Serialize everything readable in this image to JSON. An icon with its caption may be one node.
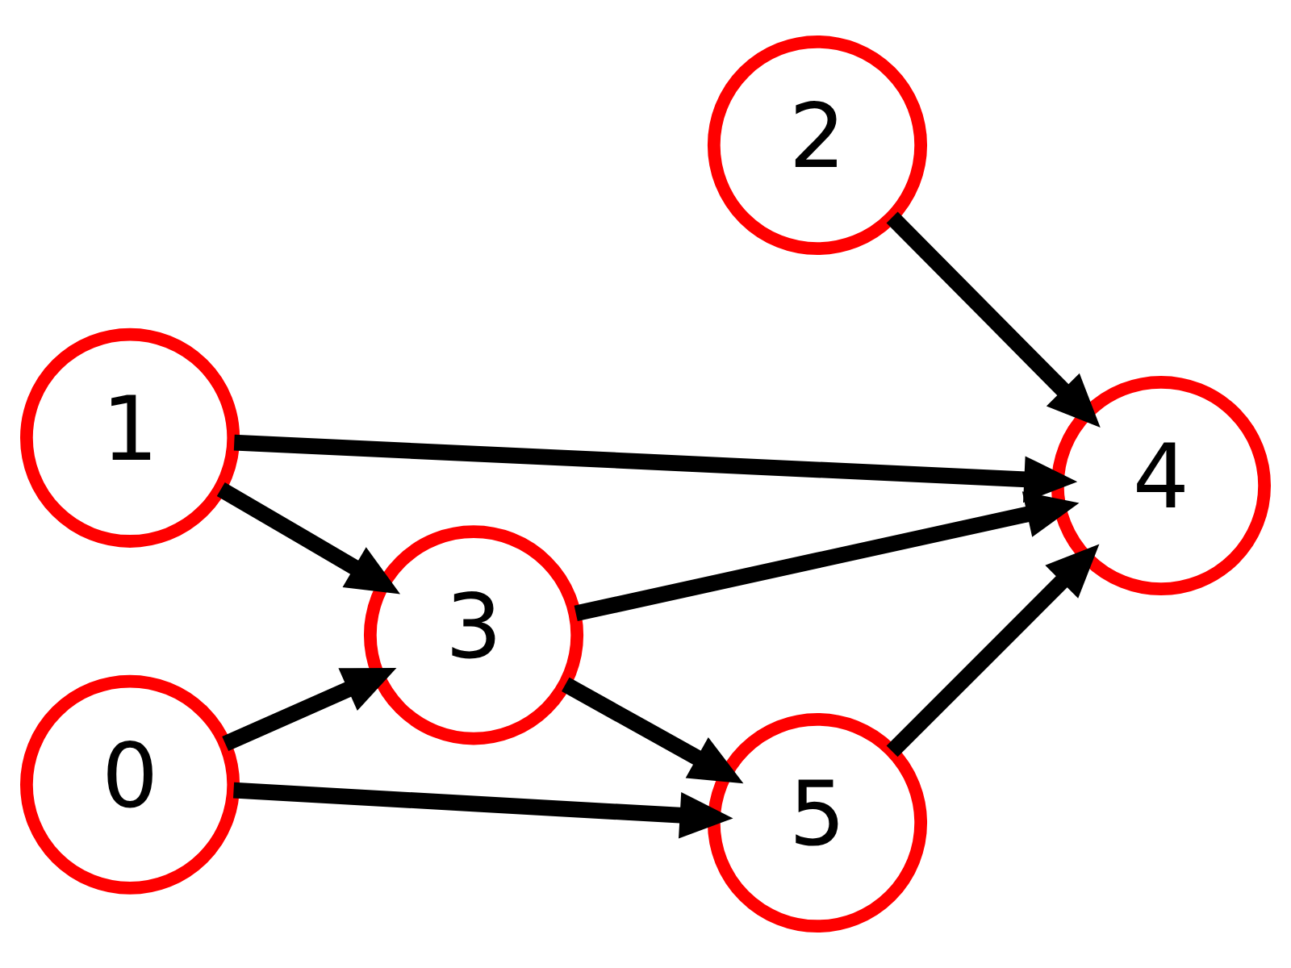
{
  "diagram": {
    "nodes": [
      {
        "text": [
          "2"
        ]
      },
      {
        "text": [
          "4"
        ]
      },
      {
        "text": [
          "1"
        ]
      },
      {
        "text": [
          "3"
        ]
      },
      {
        "text": [
          "5"
        ]
      },
      {
        "text": [
          "0"
        ]
      }
    ],
    "edges": [
      {
        "from": 0,
        "to": 1,
        "arrow": "to"
      },
      {
        "from": 2,
        "to": 1,
        "arrow": "to"
      },
      {
        "from": 2,
        "to": 3,
        "arrow": "to"
      },
      {
        "from": 3,
        "to": 1,
        "arrow": "to"
      },
      {
        "from": 3,
        "to": 4,
        "arrow": "to"
      },
      {
        "from": 4,
        "to": 1,
        "arrow": "to"
      },
      {
        "from": 5,
        "to": 3,
        "arrow": "to"
      },
      {
        "from": 5,
        "to": 4,
        "arrow": "to"
      }
    ]
  }
}
